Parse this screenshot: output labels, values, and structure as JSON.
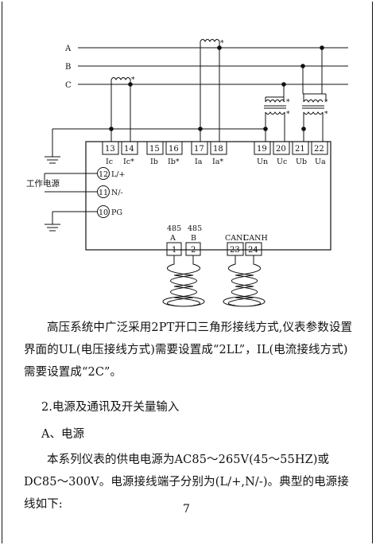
{
  "diagram": {
    "phases": [
      "A",
      "B",
      "C"
    ],
    "terminals": [
      {
        "num": "13",
        "label": "Ic"
      },
      {
        "num": "14",
        "label": "Ic*"
      },
      {
        "num": "15",
        "label": "Ib"
      },
      {
        "num": "16",
        "label": "Ib*"
      },
      {
        "num": "17",
        "label": "Ia"
      },
      {
        "num": "18",
        "label": "Ia*"
      },
      {
        "num": "19",
        "label": "Un"
      },
      {
        "num": "20",
        "label": "Uc"
      },
      {
        "num": "21",
        "label": "Ub"
      },
      {
        "num": "22",
        "label": "Ua"
      }
    ],
    "power": [
      {
        "num": "12",
        "label": "L/+"
      },
      {
        "num": "11",
        "label": "N/-"
      },
      {
        "num": "10",
        "label": "PG"
      }
    ],
    "power_label": "工作电源",
    "comm": [
      {
        "top": "A",
        "head": "485",
        "num": "1"
      },
      {
        "top": "B",
        "head": "485",
        "num": "2"
      },
      {
        "top": "",
        "head": "CANL",
        "num": "23"
      },
      {
        "top": "",
        "head": "CANH",
        "num": "24"
      }
    ],
    "star": "*"
  },
  "text": {
    "para1": "高压系统中广泛采用2PT开口三角形接线方式,仪表参数设置界面的UL(电压接线方式)需要设置成“2LL”，IL(电流接线方式)需要设置成“2C”。",
    "heading_2": "2.电源及通讯及开关量输入",
    "heading_a": "A、电源",
    "para2": "本系列仪表的供电电源为AC85～265V(45～55HZ)或DC85～300V。电源接线端子分别为(L/+,N/-)。典型的电源接线如下:",
    "page_number": "7"
  }
}
